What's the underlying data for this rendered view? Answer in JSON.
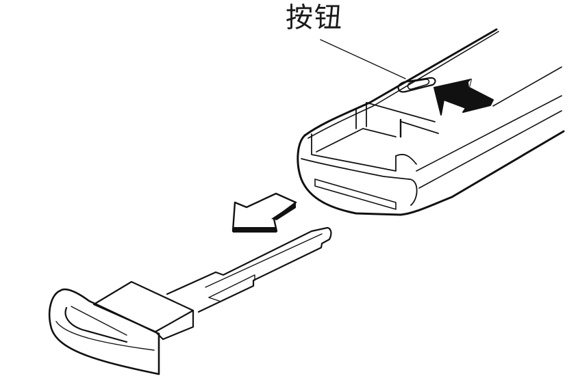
{
  "diagram": {
    "title": "Key fob emergency key removal",
    "labels": {
      "button": "按钮"
    },
    "parts": [
      {
        "id": "key-fob",
        "description": "Smart key fob body with open key slot"
      },
      {
        "id": "release-button",
        "description": "Release button on top of key fob"
      },
      {
        "id": "push-arrow",
        "description": "Black arrow pointing to release button (press)"
      },
      {
        "id": "pull-arrow",
        "description": "White arrow pointing away from fob (pull key out)"
      },
      {
        "id": "emergency-key",
        "description": "Mechanical emergency key with rounded head"
      }
    ],
    "colors": {
      "line": "#111111",
      "background": "#ffffff",
      "push_arrow_fill": "#111111",
      "pull_arrow_fill": "#ffffff"
    }
  }
}
